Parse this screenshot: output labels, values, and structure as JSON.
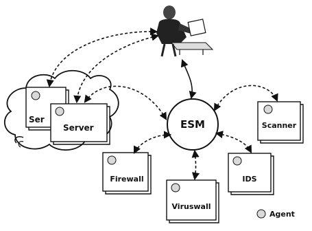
{
  "diagram": {
    "center": {
      "label": "ESM"
    },
    "servers": [
      {
        "label": "Ser"
      },
      {
        "label": "Server"
      }
    ],
    "devices": {
      "firewall": {
        "label": "Firewall"
      },
      "viruswall": {
        "label": "Viruswall"
      },
      "ids": {
        "label": "IDS"
      },
      "scanner": {
        "label": "Scanner"
      }
    },
    "legend": {
      "label": "Agent",
      "icon": "agent-icon"
    },
    "operator": {
      "icon": "operator-at-desk-icon"
    },
    "cloud": {
      "icon": "network-cloud-icon"
    },
    "colors": {
      "ink": "#111111",
      "box_fill": "#ffffff",
      "agent_fill": "#d9d9d9"
    }
  }
}
